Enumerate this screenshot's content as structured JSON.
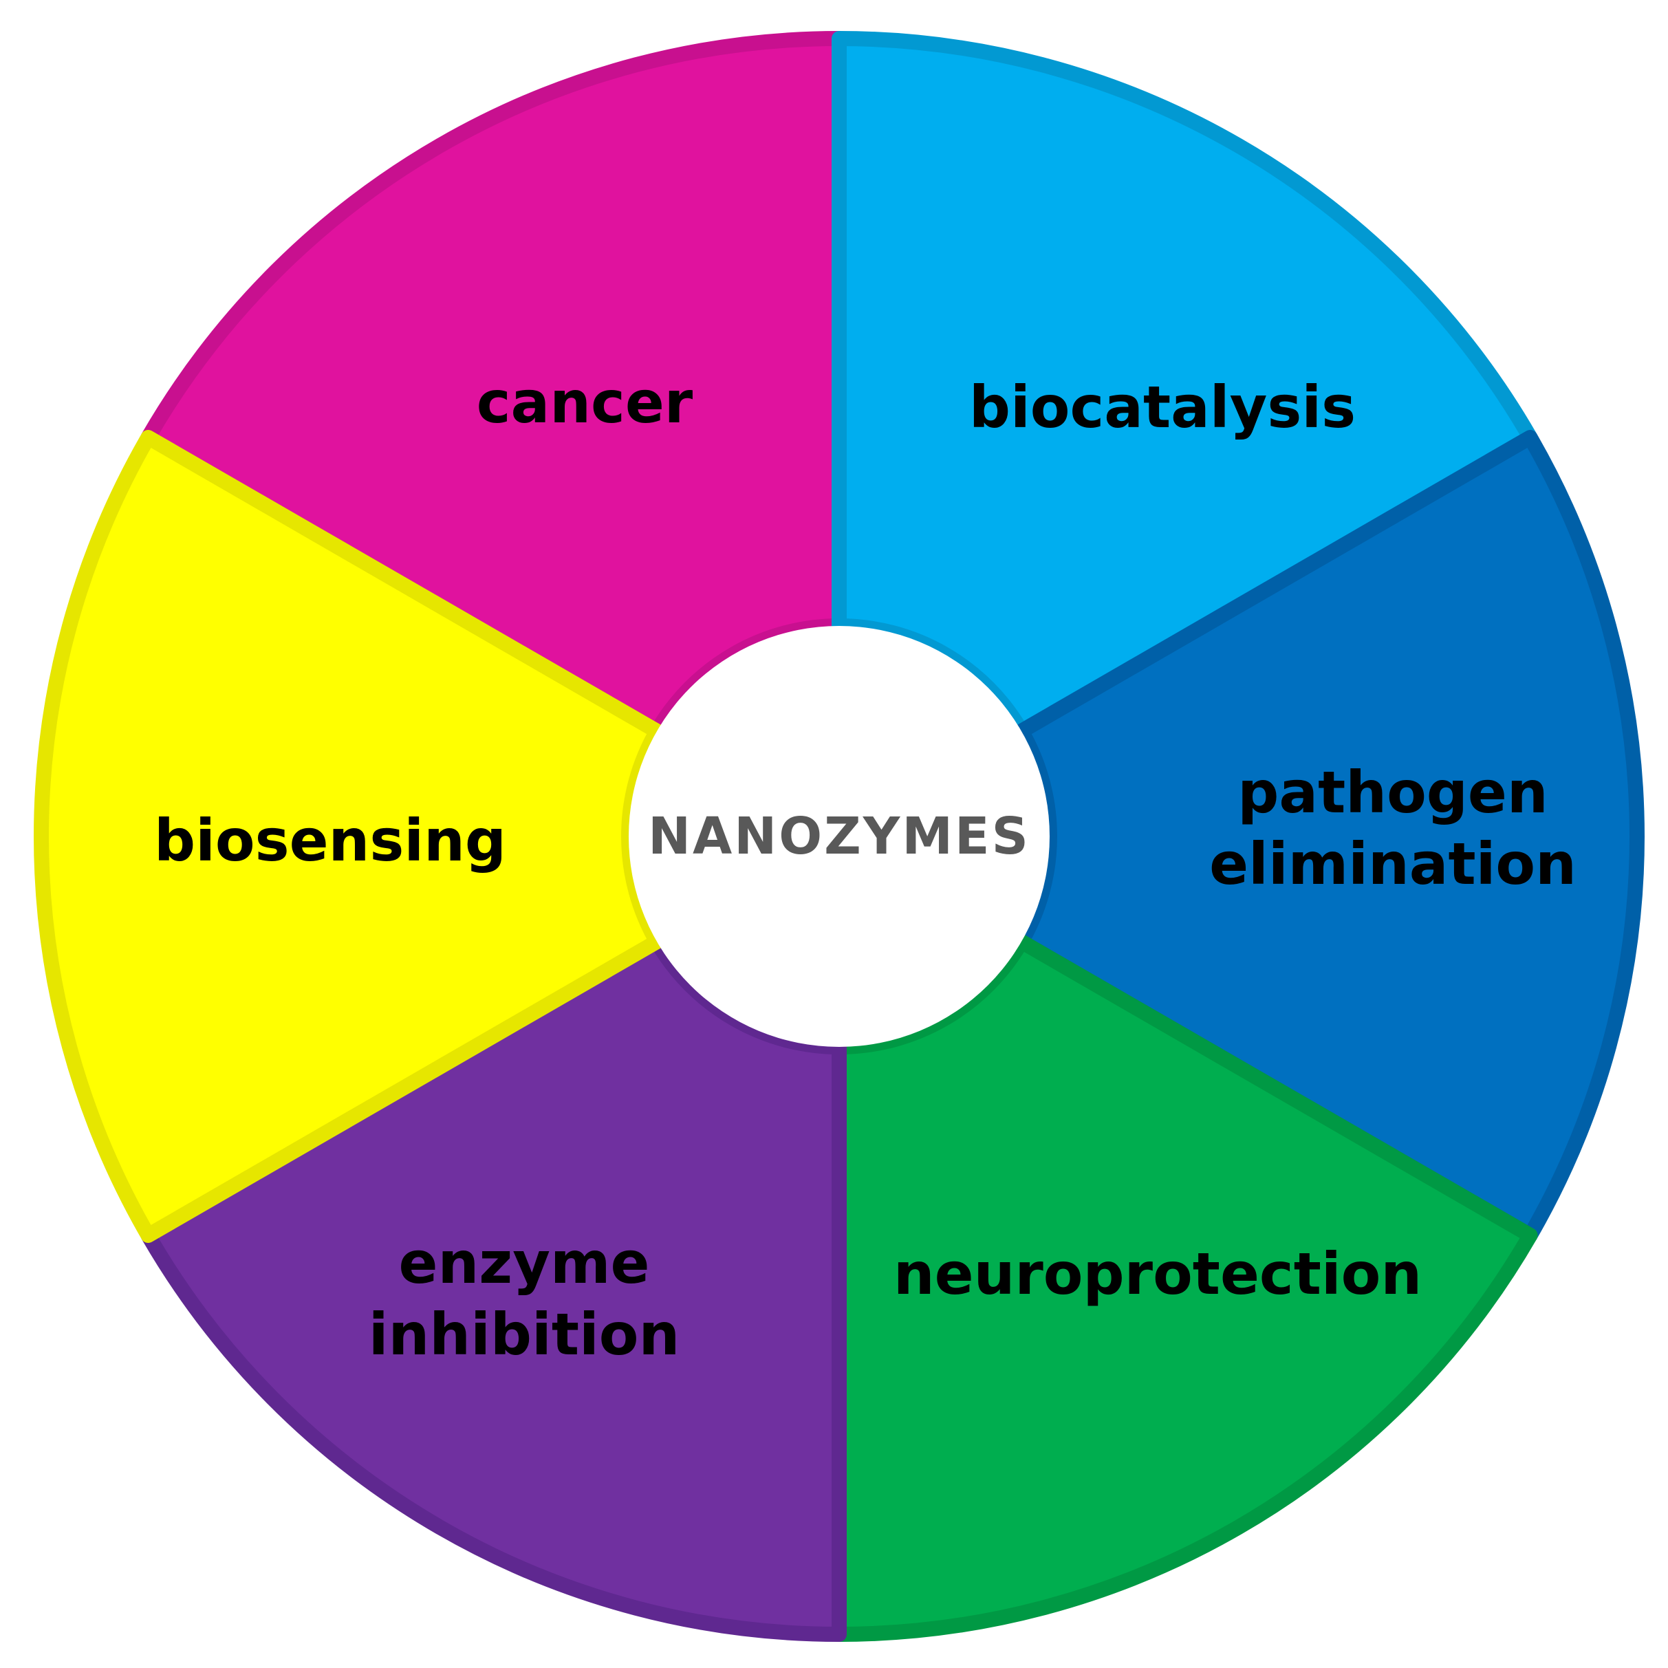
{
  "center": {
    "label": "NANOZYMES",
    "fill": "#ffffff",
    "text_color": "#595959"
  },
  "segments": [
    {
      "id": "cancer",
      "lines": [
        "cancer"
      ],
      "fill": "#E0129E",
      "stroke": "#C8108F"
    },
    {
      "id": "biocatalysis",
      "lines": [
        "biocatalysis"
      ],
      "fill": "#00AEEF",
      "stroke": "#0299D2"
    },
    {
      "id": "pathogen-elimination",
      "lines": [
        "pathogen",
        "elimination"
      ],
      "fill": "#0070C0",
      "stroke": "#0060A8"
    },
    {
      "id": "neuroprotection",
      "lines": [
        "neuroprotection"
      ],
      "fill": "#00AE4F",
      "stroke": "#009944"
    },
    {
      "id": "enzyme-inhibition",
      "lines": [
        "enzyme",
        "inhibition"
      ],
      "fill": "#7030A0",
      "stroke": "#5F2890"
    },
    {
      "id": "biosensing",
      "lines": [
        "biosensing"
      ],
      "fill": "#FFFF00",
      "stroke": "#E6E600"
    }
  ]
}
